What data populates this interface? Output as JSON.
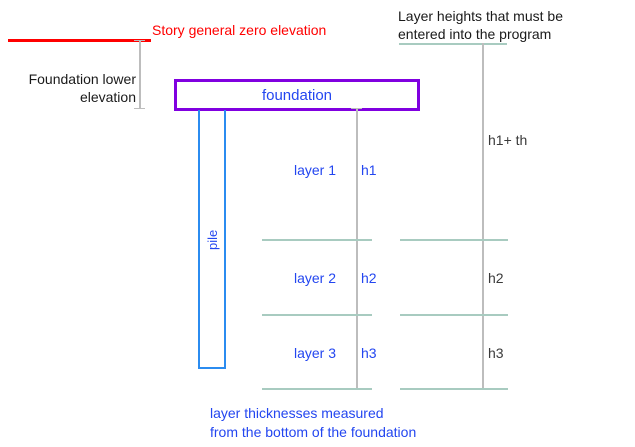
{
  "diagram": {
    "title_note_top_left": "Story general zero elevation",
    "note_foundation_elevation_line1": "Foundation lower",
    "note_foundation_elevation_line2": "elevation",
    "note_layer_heights_line1": "Layer heights that must be",
    "note_layer_heights_line2": "entered into the program",
    "foundation_label": "foundation",
    "pile_label": "pile",
    "caption_line1": "layer thicknesses measured",
    "caption_line2": "from the bottom of the foundation",
    "layers": [
      {
        "name": "layer 1",
        "thickness_symbol": "h1",
        "cumulative_symbol": "h1+ th"
      },
      {
        "name": "layer 2",
        "thickness_symbol": "h2",
        "cumulative_symbol": "h2"
      },
      {
        "name": "layer 3",
        "thickness_symbol": "h3",
        "cumulative_symbol": "h3"
      }
    ],
    "colors": {
      "zero_elevation_line": "#ff0000",
      "foundation_border": "#8000e0",
      "pile_border": "#2b8cf0",
      "label_blue": "#2346f0",
      "layer_divider": "#a8cbc0",
      "dimension_line": "#bdbdbd",
      "note_text": "#3a3a3a"
    }
  }
}
